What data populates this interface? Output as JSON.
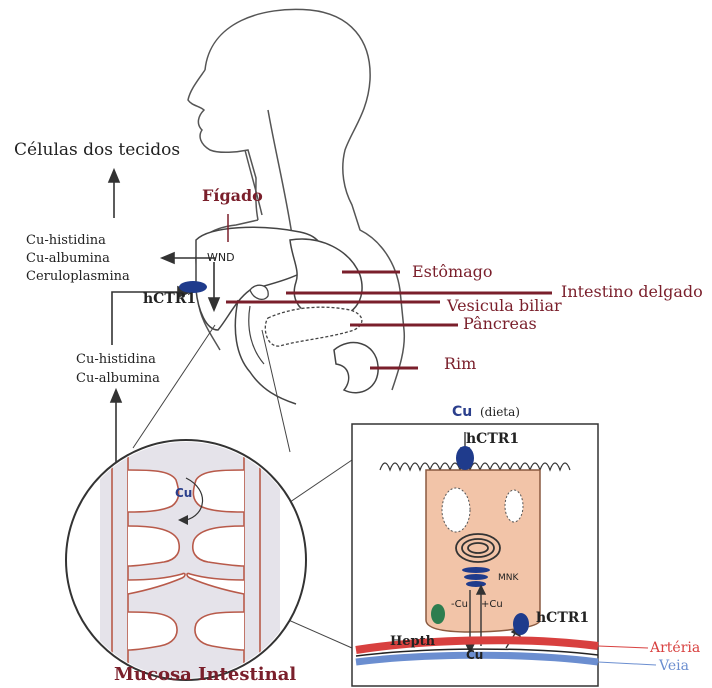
{
  "labels": {
    "celulas": "Células dos tecidos",
    "figado": "Fígado",
    "cu_histidina_1": "Cu-histidina",
    "cu_albumina_1": "Cu-albumina",
    "ceruloplasmina": "Ceruloplasmina",
    "wnd": "WND",
    "hctr1_liver": "hCTR1",
    "estomago": "Estômago",
    "intestino": "Intestino delgado",
    "vesicula": "Vesicula biliar",
    "pancreas": "Pâncreas",
    "rim": "Rim",
    "cu_histidina_2": "Cu-histidina",
    "cu_albumina_2": "Cu-albumina",
    "cu_mucosa": "Cu",
    "cu_dieta": "Cu",
    "dieta": "(dieta)",
    "hctr1_top": "hCTR1",
    "mnk": "MNK",
    "minus_cu": "-Cu",
    "plus_cu": "+Cu",
    "hctr1_bottom": "hCTR1",
    "hepth": "Hepth",
    "cu_blood": "Cu",
    "arteria": "Artéria",
    "veia": "Veia",
    "mucosa": "Mucosa Intestinal"
  },
  "colors": {
    "label_red": "#7a1f2b",
    "transporter_blue": "#1f3b8c",
    "cell_fill": "#f2c4a8",
    "artery": "#d8403f",
    "vein": "#6b8ed0",
    "hephaestin_green": "#2e7d4f"
  }
}
